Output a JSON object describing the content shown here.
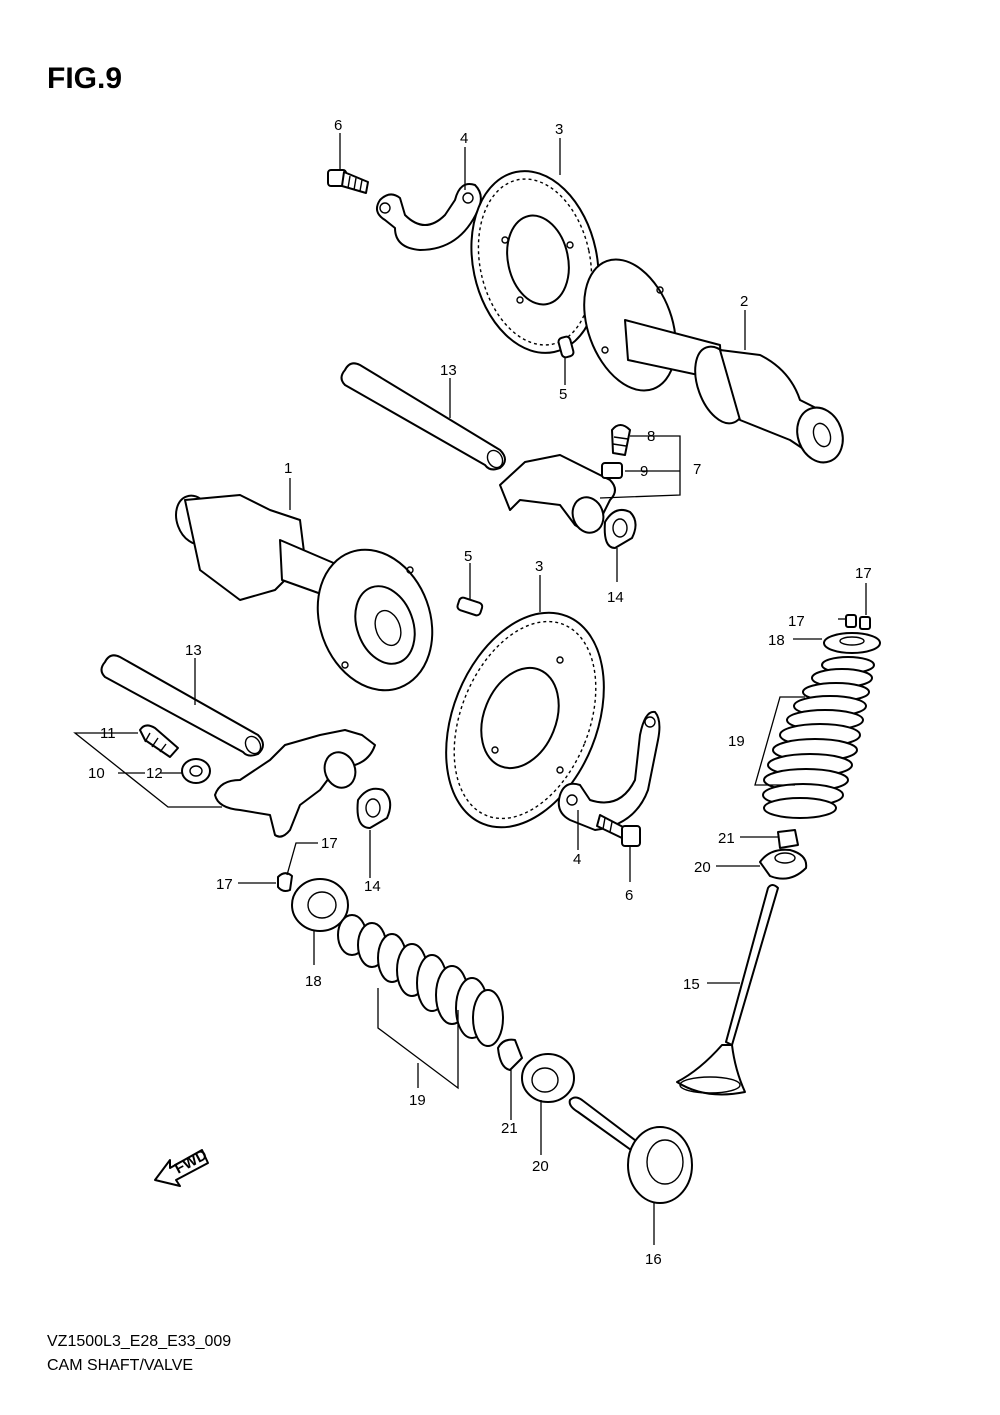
{
  "figure": {
    "title": "FIG.9",
    "code": "VZ1500L3_E28_E33_009",
    "name": "CAM SHAFT/VALVE",
    "fwd_label": "FWD"
  },
  "callouts": [
    {
      "id": "c6a",
      "text": "6"
    },
    {
      "id": "c4a",
      "text": "4"
    },
    {
      "id": "c3a",
      "text": "3"
    },
    {
      "id": "c2",
      "text": "2"
    },
    {
      "id": "c5a",
      "text": "5"
    },
    {
      "id": "c13a",
      "text": "13"
    },
    {
      "id": "c8",
      "text": "8"
    },
    {
      "id": "c9",
      "text": "9"
    },
    {
      "id": "c7",
      "text": "7"
    },
    {
      "id": "c1",
      "text": "1"
    },
    {
      "id": "c5b",
      "text": "5"
    },
    {
      "id": "c3b",
      "text": "3"
    },
    {
      "id": "c14a",
      "text": "14"
    },
    {
      "id": "c17a",
      "text": "17"
    },
    {
      "id": "c17b",
      "text": "17"
    },
    {
      "id": "c18a",
      "text": "18"
    },
    {
      "id": "c13b",
      "text": "13"
    },
    {
      "id": "c11",
      "text": "11"
    },
    {
      "id": "c10",
      "text": "10"
    },
    {
      "id": "c12",
      "text": "12"
    },
    {
      "id": "c19a",
      "text": "19"
    },
    {
      "id": "c21a",
      "text": "21"
    },
    {
      "id": "c20a",
      "text": "20"
    },
    {
      "id": "c17c",
      "text": "17"
    },
    {
      "id": "c17d",
      "text": "17"
    },
    {
      "id": "c14b",
      "text": "14"
    },
    {
      "id": "c4b",
      "text": "4"
    },
    {
      "id": "c6b",
      "text": "6"
    },
    {
      "id": "c15",
      "text": "15"
    },
    {
      "id": "c18b",
      "text": "18"
    },
    {
      "id": "c19b",
      "text": "19"
    },
    {
      "id": "c21b",
      "text": "21"
    },
    {
      "id": "c20b",
      "text": "20"
    },
    {
      "id": "c16",
      "text": "16"
    }
  ]
}
